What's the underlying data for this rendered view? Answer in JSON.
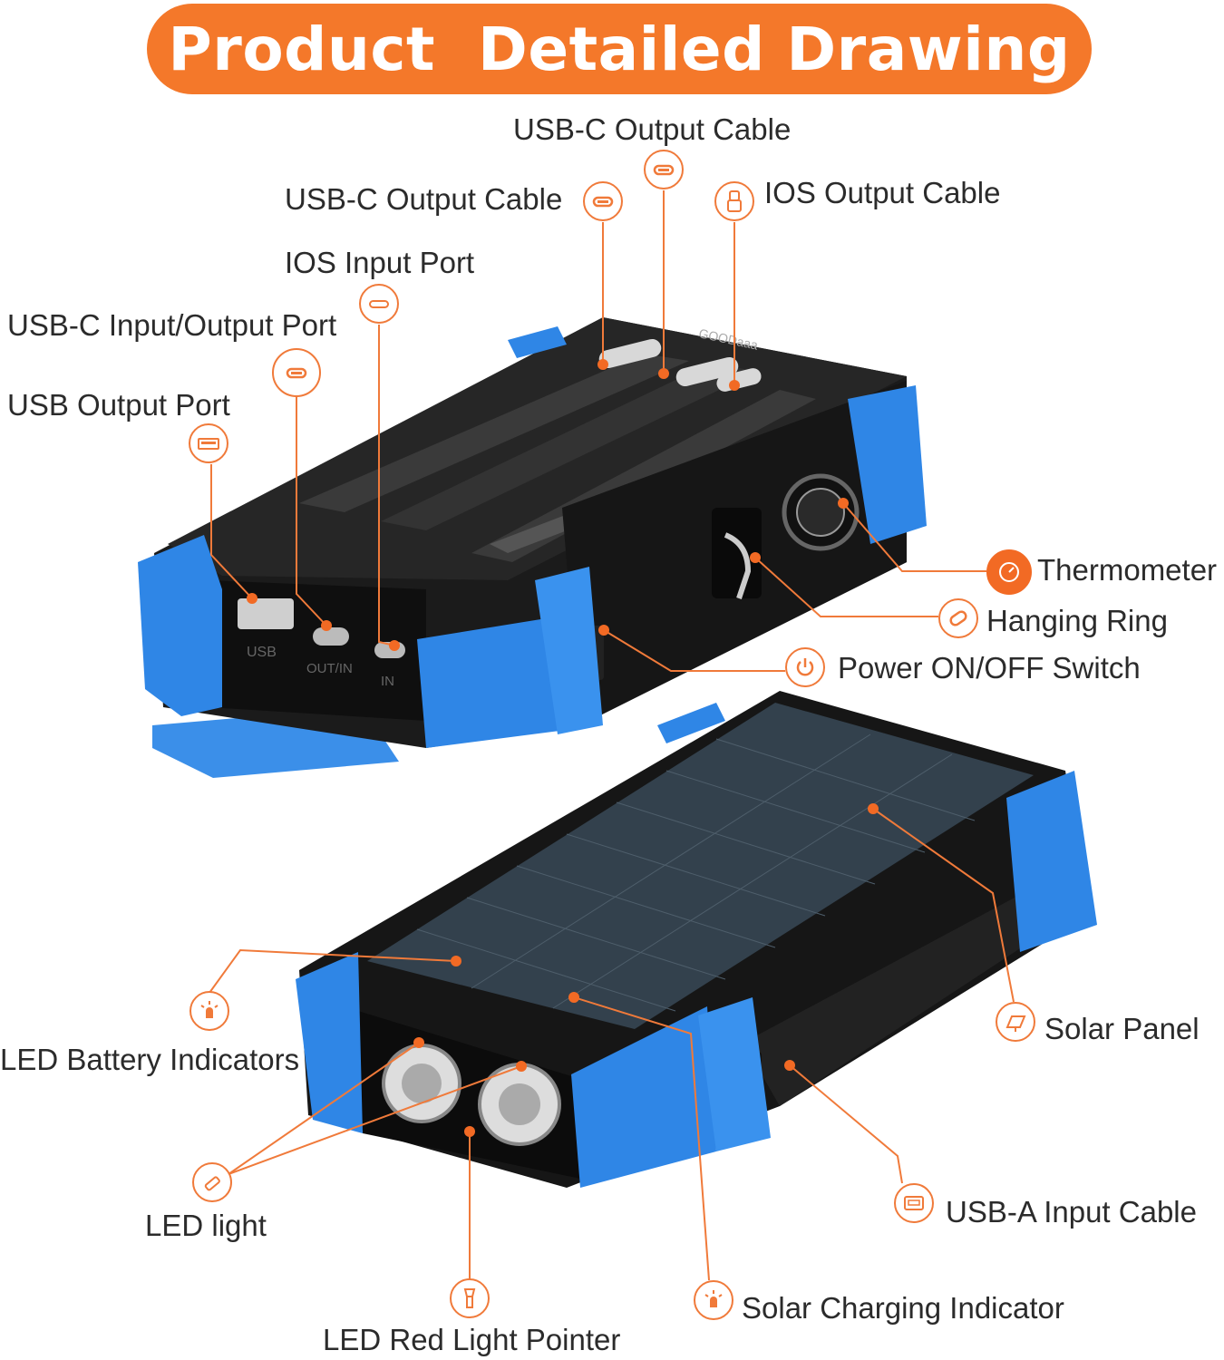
{
  "title": "Product  Detailed Drawing",
  "colors": {
    "banner": "#f4782a",
    "accent_orange": "#f07a3a",
    "case_blue": "#2f86e6",
    "body_black": "#1a1a1a",
    "label_text": "#2b2b2b"
  },
  "callouts": {
    "usbc_output_cable_top": "USB-C Output Cable",
    "usbc_output_cable_left": "USB-C Output Cable",
    "ios_output_cable": "IOS Output Cable",
    "ios_input_port": "IOS Input Port",
    "usbc_io_port": "USB-C Input/Output Port",
    "usb_output_port": "USB Output Port",
    "thermometer": "Thermometer",
    "hanging_ring": "Hanging Ring",
    "power_switch": "Power ON/OFF Switch",
    "solar_panel": "Solar Panel",
    "led_battery_indicators": "LED Battery Indicators",
    "led_light": "LED light",
    "usba_input_cable": "USB-A Input Cable",
    "solar_charging_indicator": "Solar Charging Indicator",
    "led_red_light_pointer": "LED Red Light Pointer"
  },
  "device_markings": {
    "brand": "GOODaaa",
    "port_usb": "USB",
    "port_outin": "OUT/IN",
    "port_in": "IN"
  },
  "icons": {
    "usbc_output_cable_top": "usb-c-port-icon",
    "usbc_output_cable_left": "usb-c-port-icon",
    "ios_output_cable": "lightning-plug-icon",
    "ios_input_port": "lightning-port-icon",
    "usbc_io_port": "usb-c-port-icon",
    "usb_output_port": "usb-a-port-icon",
    "thermometer": "thermometer-dial-icon",
    "hanging_ring": "carabiner-icon",
    "power_switch": "power-icon",
    "solar_panel": "solar-panel-icon",
    "led_battery_indicators": "indicator-lamp-icon",
    "led_light": "flashlight-icon",
    "usba_input_cable": "usb-a-plug-icon",
    "solar_charging_indicator": "indicator-lamp-icon",
    "led_red_light_pointer": "pointer-light-icon"
  }
}
